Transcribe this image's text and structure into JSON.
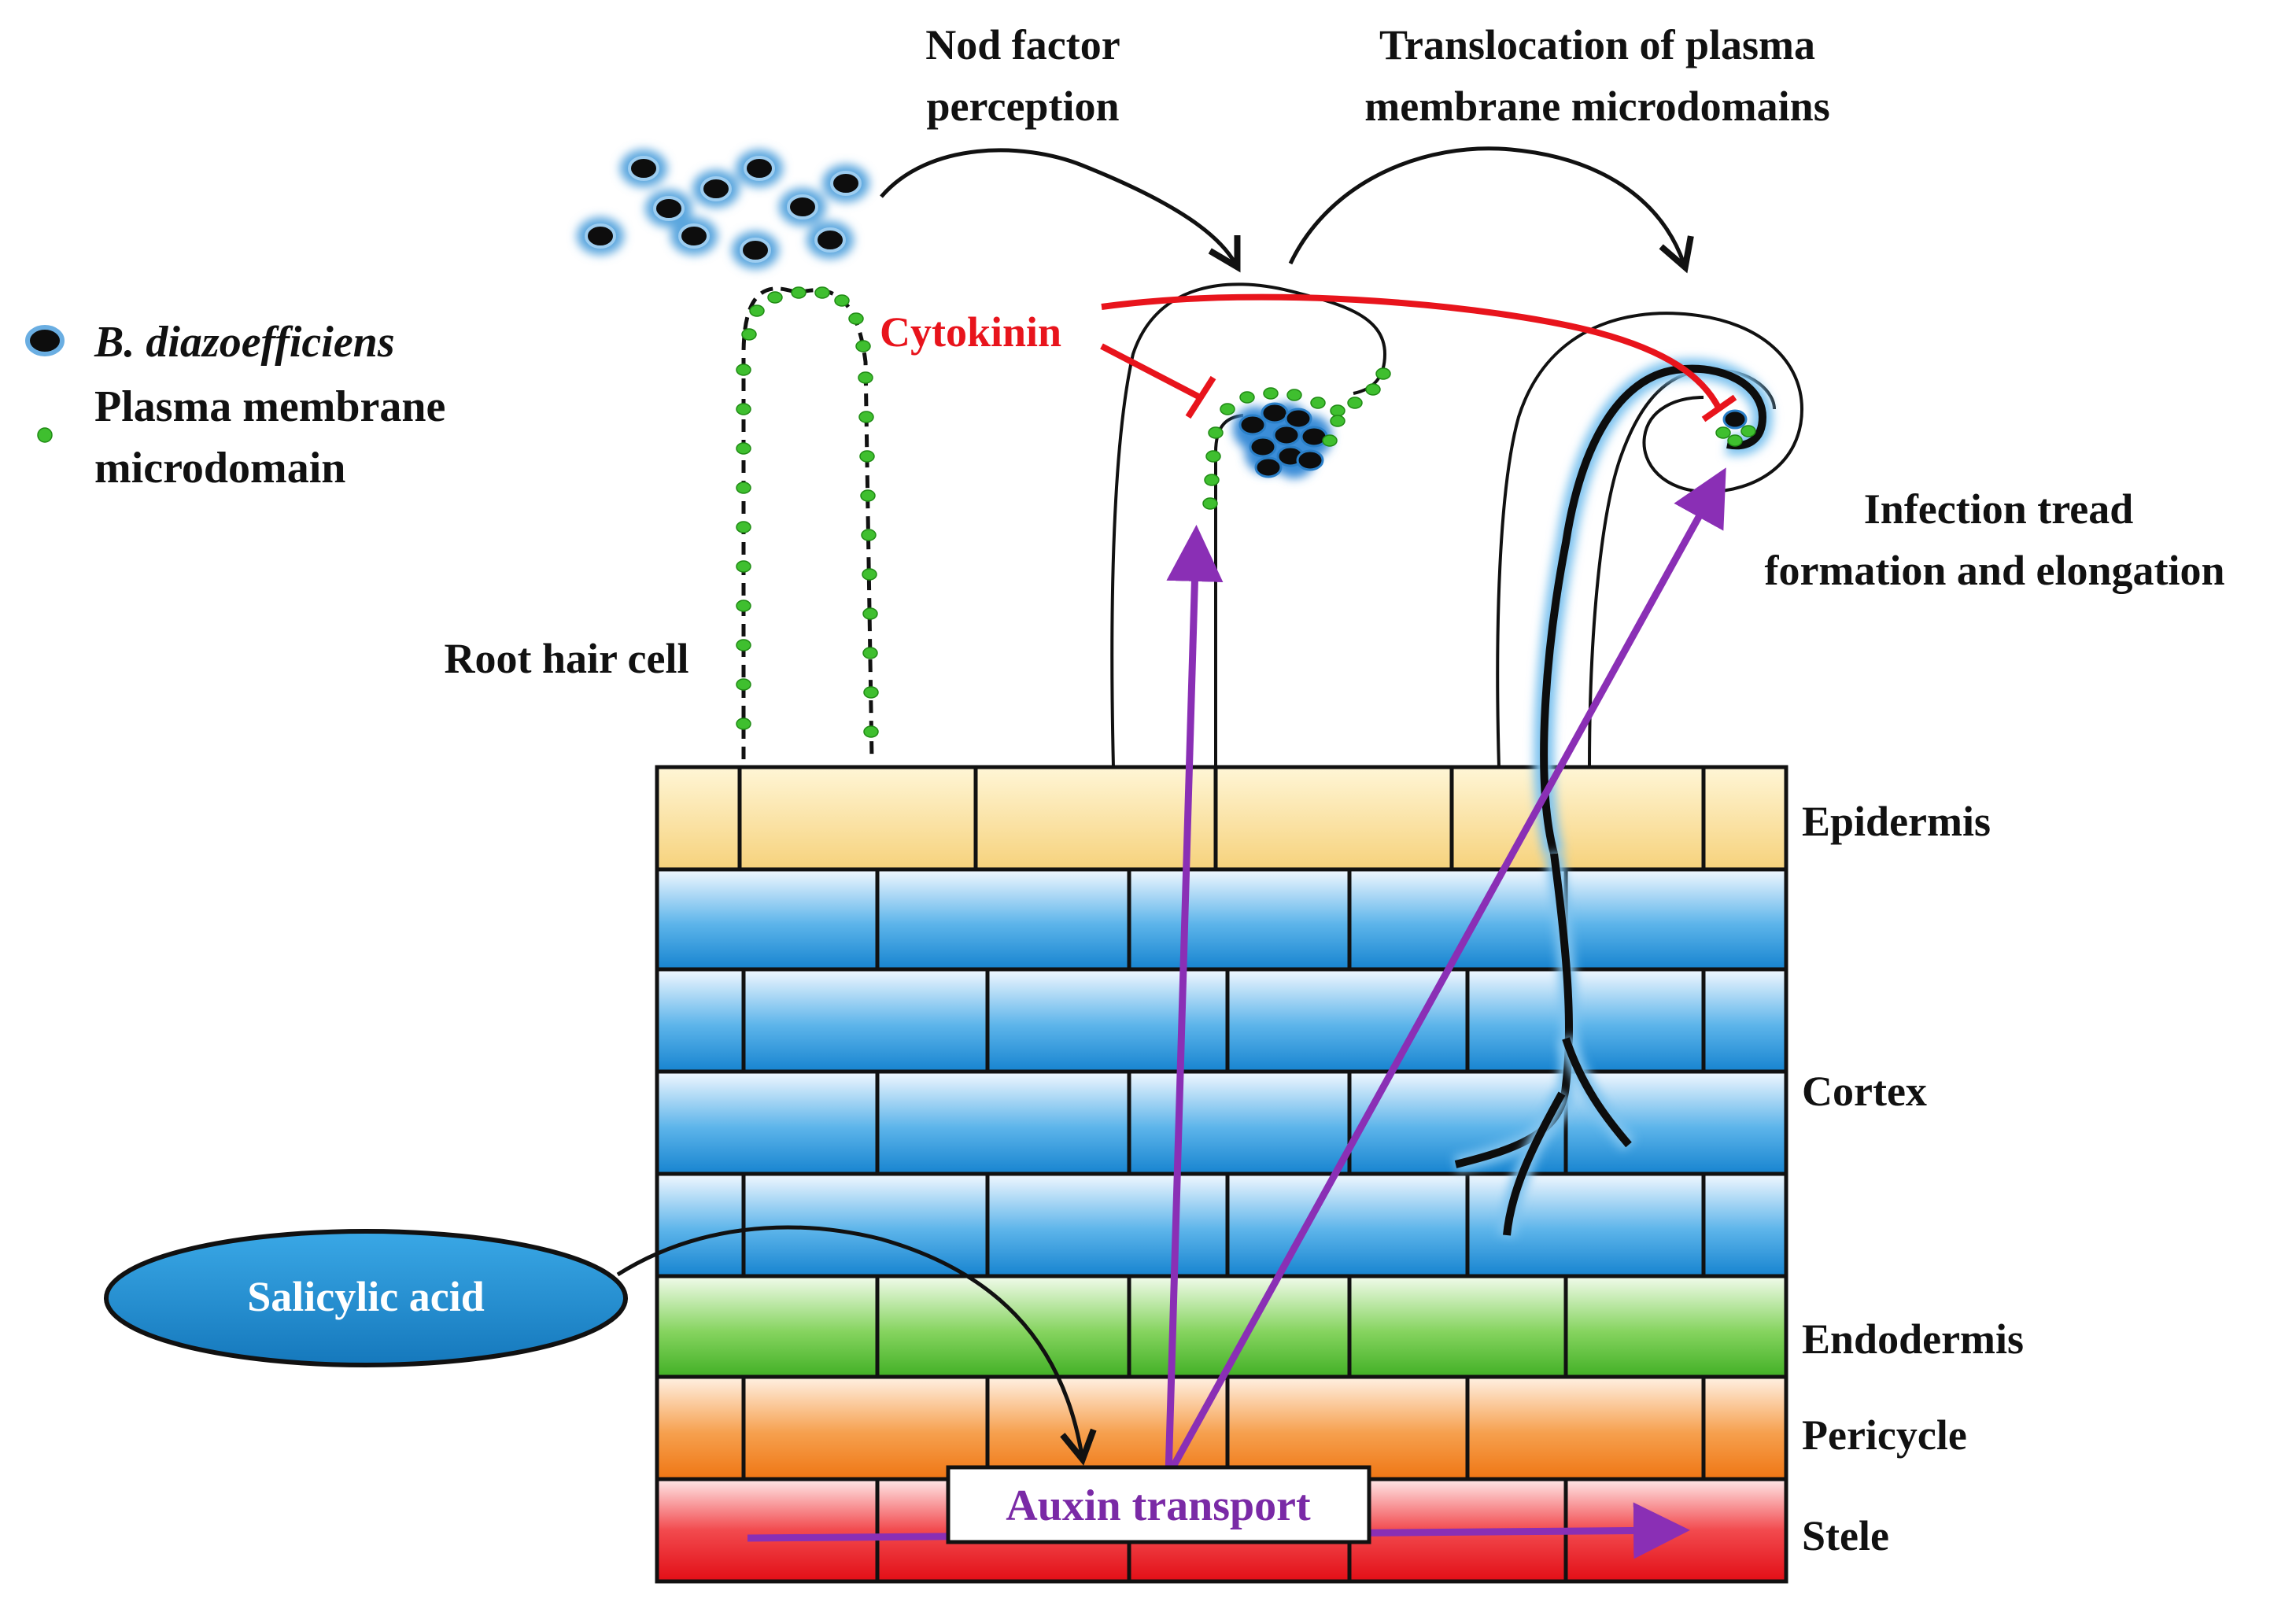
{
  "labels": {
    "nod_factor_1": "Nod factor",
    "nod_factor_2": "perception",
    "translocation_1": "Translocation of plasma",
    "translocation_2": "membrane microdomains",
    "cytokinin": "Cytokinin",
    "infection_1": "Infection tread",
    "infection_2": "formation and elongation",
    "root_hair_cell": "Root hair cell",
    "salicylic_acid": "Salicylic acid",
    "auxin_transport": "Auxin transport"
  },
  "legend": {
    "bacteria": "B. diazoefficiens",
    "microdomain_1": "Plasma membrane",
    "microdomain_2": "microdomain"
  },
  "tissues": {
    "epidermis": "Epidermis",
    "cortex": "Cortex",
    "endodermis": "Endodermis",
    "pericycle": "Pericycle",
    "stele": "Stele"
  },
  "colors": {
    "epidermis": "#f7d98a",
    "cortex": "#1e8fd8",
    "endodermis": "#4db82e",
    "pericycle": "#f07c1c",
    "stele": "#e8141c",
    "cytokinin": "#e8141c",
    "auxin": "#8a2fb5",
    "microdomain": "#3fbf2f",
    "salicylic_acid": "#1b8fd0"
  }
}
